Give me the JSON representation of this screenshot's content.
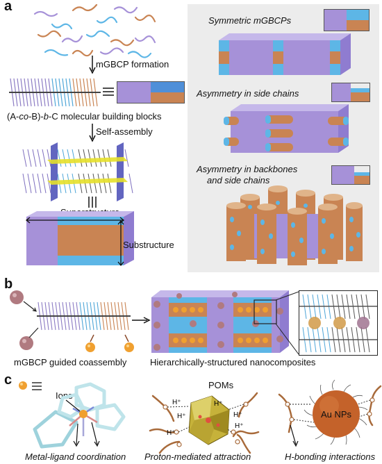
{
  "panel_a": {
    "letter": "a",
    "mgbcp_formation": "mGBCP formation",
    "building_block_pre": "(A-",
    "building_block_co": "co",
    "building_block_mid": "-B)-",
    "building_block_b": "b",
    "building_block_post": "-C molecular building blocks",
    "self_assembly": "Self-assembly",
    "superstructure": "Superstructure",
    "substructure": "Substructure",
    "right": {
      "symmetric": "Symmetric mGBCPs",
      "asym_side": "Asymmetry in side chains",
      "asym_back_1": "Asymmetry in backbones",
      "asym_back_2": "and side chains"
    }
  },
  "panel_b": {
    "letter": "b",
    "left_caption": "mGBCP guided coassembly",
    "right_caption": "Hierarchically-structured nanocomposites"
  },
  "panel_c": {
    "letter": "c",
    "ions": "Ions",
    "poms": "POMs",
    "h1": "H⁺",
    "au": "Au NPs",
    "cap1": "Metal-ligand coordination",
    "cap2": "Proton-mediated attraction",
    "cap3": "H-bonding interactions"
  },
  "colors": {
    "purple": "#a691d8",
    "blue": "#5db6e6",
    "orange": "#c98453",
    "panel_bg": "#ececec"
  }
}
